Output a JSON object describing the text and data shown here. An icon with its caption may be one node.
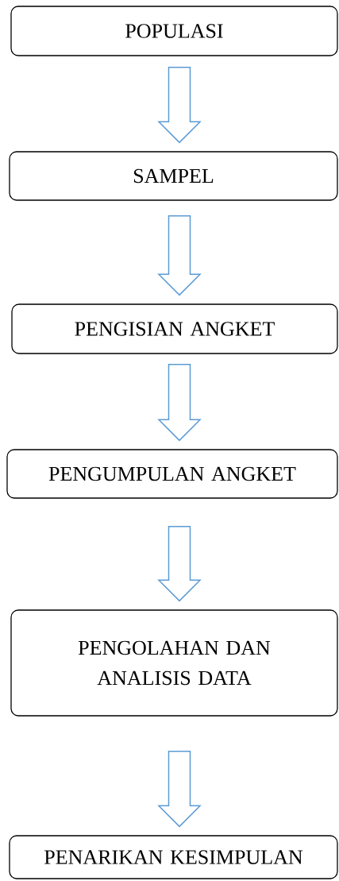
{
  "diagram": {
    "nodes": [
      {
        "text": [
          "POPULASI"
        ]
      },
      {
        "text": [
          "SAMPEL"
        ]
      },
      {
        "text": [
          "PENGISIAN ANGKET"
        ]
      },
      {
        "text": [
          "PENGUMPULAN ANGKET"
        ]
      },
      {
        "text": [
          "PENGOLAHAN DAN ANALISIS DATA"
        ]
      },
      {
        "text": [
          "PENARIKAN KESIMPULAN"
        ]
      }
    ],
    "edges": [
      {
        "from": 0,
        "to": 1,
        "arrow": "to"
      },
      {
        "from": 1,
        "to": 2,
        "arrow": "to"
      },
      {
        "from": 2,
        "to": 3,
        "arrow": "to"
      },
      {
        "from": 3,
        "to": 4,
        "arrow": "to"
      },
      {
        "from": 4,
        "to": 5,
        "arrow": "to"
      }
    ]
  }
}
